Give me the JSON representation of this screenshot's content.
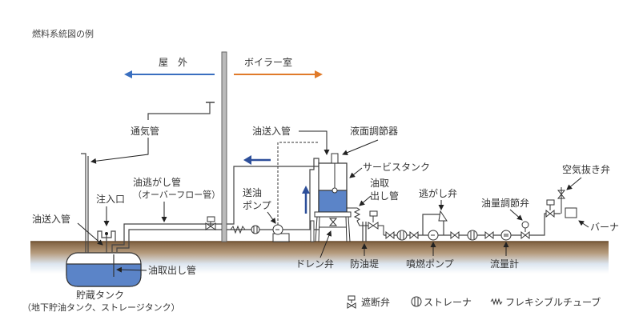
{
  "title": "燃料系統図の例",
  "zones": {
    "outdoor": "屋　外",
    "boiler_room": "ボイラー室"
  },
  "labels": {
    "vent_pipe": "通気管",
    "oil_inlet_pipe_left": "油送入管",
    "fill_port": "注入口",
    "overflow_pipe": "油逃がし管",
    "overflow_pipe_alt": "（オーバーフロー管）",
    "oil_intake_pipe_tank": "油取出し管",
    "storage_tank": "貯蔵タンク",
    "storage_tank_alt": "（地下貯油タンク、ストレージタンク）",
    "transfer_pump_1": "送油",
    "transfer_pump_2": "ポンプ",
    "oil_inlet_pipe_right": "油送入管",
    "level_controller": "液面調節器",
    "service_tank": "サービスタンク",
    "oil_intake_1": "油取",
    "oil_intake_2": "出し管",
    "drain_valve": "ドレン弁",
    "oil_dike": "防油堤",
    "relief_valve": "逃がし弁",
    "burner_pump": "噴燃ポンプ",
    "flow_control_valve": "油量調節弁",
    "flow_meter": "流量計",
    "air_vent_valve": "空気抜き弁",
    "burner": "バーナ"
  },
  "legend": [
    {
      "icon": "shutoff-valve-icon",
      "label": "遮断弁"
    },
    {
      "icon": "strainer-icon",
      "label": "ストレーナ"
    },
    {
      "icon": "flexible-tube-icon",
      "label": "フレキシブルチューブ"
    }
  ],
  "colors": {
    "outdoor_arrow": "#3a6fc0",
    "indoor_arrow": "#e07a2a",
    "oil": "#5b84c8",
    "ground": "#8a6a44",
    "flow_arrow": "#2d4f9a"
  }
}
